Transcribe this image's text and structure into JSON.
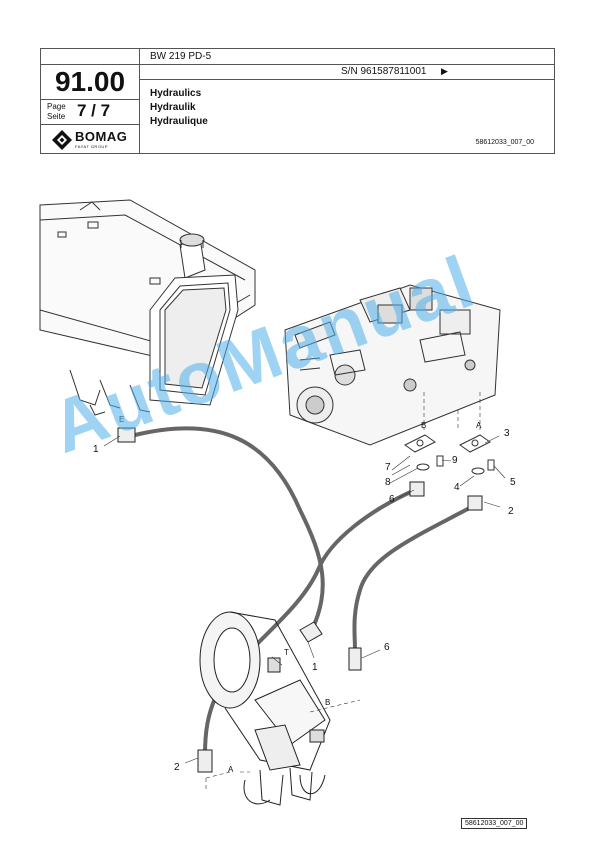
{
  "header": {
    "model": "BW 219 PD-5",
    "serial": "S/N 961587811001",
    "section_number": "91.00",
    "page_label_en": "Page",
    "page_label_de": "Seite",
    "page_number": "7 / 7",
    "titles": [
      "Hydraulics",
      "Hydraulik",
      "Hydraulique"
    ],
    "document_id": "58612033_007_00"
  },
  "logo": {
    "name": "BOMAG",
    "subtitle": "FAYAT GROUP"
  },
  "watermark": "AutoManual",
  "drawing": {
    "callouts": {
      "c1a": "1",
      "c1b": "1",
      "c2a": "2",
      "c2b": "2",
      "c3": "3",
      "c4": "4",
      "c5": "5",
      "c6a": "6",
      "c6b": "6",
      "c7": "7",
      "c8": "8",
      "c9": "9",
      "portA1": "A",
      "portB1": "B",
      "portA2": "A",
      "portB2": "B",
      "portE": "E",
      "portT": "T"
    }
  },
  "footer": {
    "figure_id": "58612033_007_00"
  }
}
